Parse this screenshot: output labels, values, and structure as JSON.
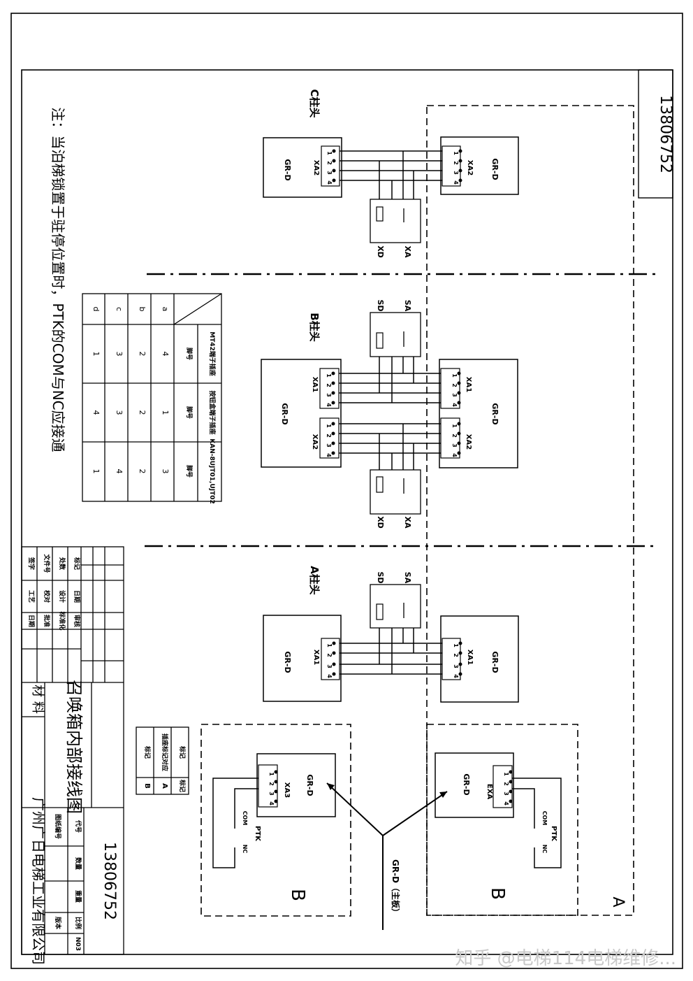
{
  "drawing_number": "13806752",
  "note": "注：当泊梯锁置于驻停位置时，PTK的COM与NC应接通",
  "sections": {
    "a": "A柱头",
    "b": "B柱头",
    "c": "C柱头"
  },
  "component_labels": {
    "board": "GR-D",
    "xa1": "XA1",
    "xa2": "XA2",
    "xa3": "XA3",
    "exa": "EXA",
    "sd": "SD",
    "sa": "SA",
    "xd": "XD",
    "xa": "XA",
    "ptk": "PTK",
    "com": "COM",
    "nc": "NC",
    "group_a": "A",
    "group_b": "B",
    "main_board": "GR-D（主板）"
  },
  "pin_labels": [
    "1",
    "2",
    "3",
    "4"
  ],
  "mapping_table": {
    "col_headers": [
      "MT42端子插座",
      "按钮盒端子插座",
      "KAN-8UJT01,UJT02"
    ],
    "sub_header": "脚号",
    "row_labels": [
      "a",
      "b",
      "c",
      "d"
    ],
    "col1": [
      "4",
      "2",
      "3",
      "1"
    ],
    "col2": [
      "1",
      "2",
      "3",
      "4"
    ],
    "col3": [
      "3",
      "2",
      "4",
      "1"
    ]
  },
  "small_table": {
    "headers": [
      "标记",
      "插座标记对应"
    ],
    "rows": [
      [
        "B",
        "A",
        "标记"
      ]
    ]
  },
  "title_block": {
    "material_label": "材 料",
    "title": "召唤箱内部接线图",
    "company": "广州广日电梯工业有限公司",
    "number": "13806752",
    "sign_labels": [
      "标记",
      "处数",
      "文件号",
      "签字",
      "日期",
      "设计",
      "校对",
      "工艺",
      "审核",
      "标准化",
      "批准",
      "日期"
    ],
    "small_labels": [
      "代号",
      "图纸编号",
      "数量",
      "重量",
      "比例",
      "版本"
    ],
    "version": "N03"
  },
  "watermark": "知乎 @电梯114电梯维修..."
}
